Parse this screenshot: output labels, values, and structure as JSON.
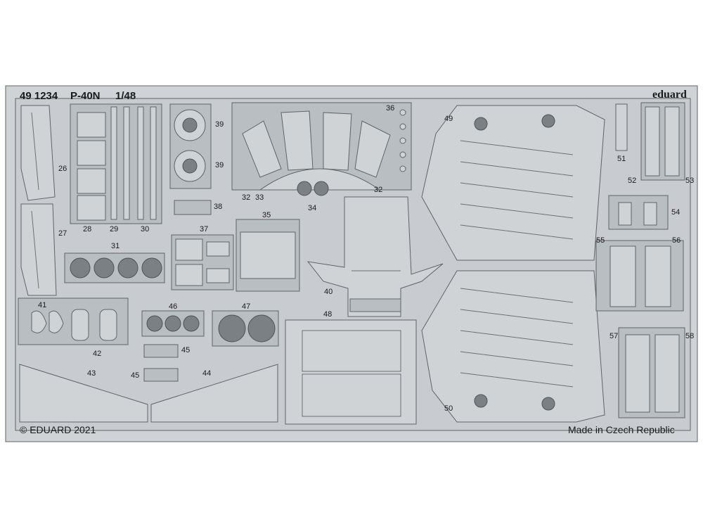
{
  "sheet": {
    "code": "49 1234",
    "model": "P-40N",
    "scale": "1/48",
    "brand": "eduard",
    "copyright": "© EDUARD 2021",
    "origin": "Made in Czech Republic",
    "background": "#ffffff",
    "metal_color": "#cfd3d6",
    "outline_color": "#5f6468"
  },
  "labels": {
    "n26": "26",
    "n27": "27",
    "n28": "28",
    "n29": "29",
    "n30": "30",
    "n31": "31",
    "n32a": "32",
    "n32b": "32",
    "n33": "33",
    "n34": "34",
    "n35": "35",
    "n36": "36",
    "n37": "37",
    "n38": "38",
    "n39a": "39",
    "n39b": "39",
    "n40": "40",
    "n41": "41",
    "n42": "42",
    "n43": "43",
    "n44": "44",
    "n45a": "45",
    "n45b": "45",
    "n46": "46",
    "n47": "47",
    "n48": "48",
    "n49": "49",
    "n50": "50",
    "n51": "51",
    "n52": "52",
    "n53": "53",
    "n54": "54",
    "n55": "55",
    "n56": "56",
    "n57": "57",
    "n58": "58"
  }
}
